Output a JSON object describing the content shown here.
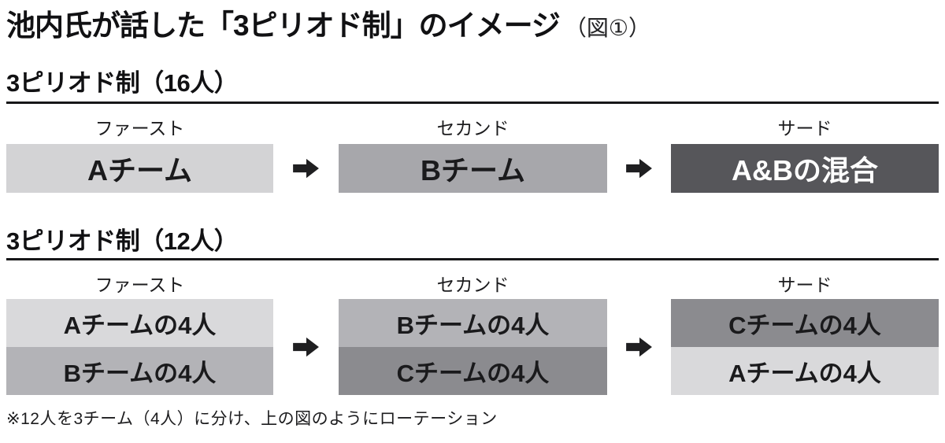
{
  "header": {
    "title": "池内氏が話した「3ピリオド制」のイメージ",
    "figure_ref": "（図①）"
  },
  "sections": [
    {
      "heading": "3ピリオド制（16人）",
      "period_labels": [
        "ファースト",
        "セカンド",
        "サード"
      ],
      "boxes": [
        {
          "label": "Aチーム"
        },
        {
          "label": "Bチーム"
        },
        {
          "label": "A&Bの混合"
        }
      ]
    },
    {
      "heading": "3ピリオド制（12人）",
      "period_labels": [
        "ファースト",
        "セカンド",
        "サード"
      ],
      "columns": [
        {
          "top": "Aチームの4人",
          "bottom": "Bチームの4人"
        },
        {
          "top": "Bチームの4人",
          "bottom": "Cチームの4人"
        },
        {
          "top": "Cチームの4人",
          "bottom": "Aチームの4人"
        }
      ]
    }
  ],
  "footnote": "※12人を3チーム（4人）に分け、上の図のようにローテーション",
  "colors": {
    "team_a_light": "#d3d3d5",
    "team_b_medium": "#a7a7ab",
    "mixed_dark": "#56565a",
    "team_a_light_sec2": "#d9d9db",
    "team_b_medium_sec2": "#b3b3b7",
    "team_c_gray": "#8b8b8f",
    "arrow_black": "#1f1f21",
    "white_text": "#ffffff"
  }
}
